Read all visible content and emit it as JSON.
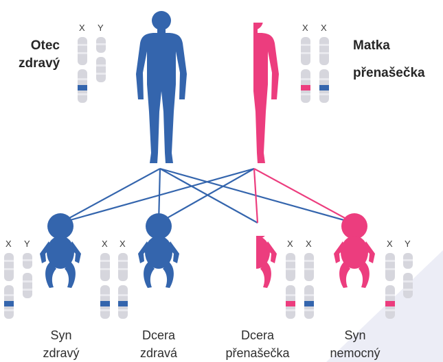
{
  "colors": {
    "healthy": "#3465ad",
    "affected": "#ec3d7e",
    "chromosome": "#d6d6dd",
    "chromosome_band": "#e9e9ee",
    "background_shape": "#ecedf6"
  },
  "father": {
    "label_line1": "Otec",
    "label_line2": "zdravý",
    "chromosomes": [
      {
        "letter": "X",
        "kind": "X",
        "band": "healthy"
      },
      {
        "letter": "Y",
        "kind": "Y",
        "band": "none"
      }
    ]
  },
  "mother": {
    "label_line1": "Matka",
    "label_line2": "přenašečka",
    "chromosomes": [
      {
        "letter": "X",
        "kind": "X",
        "band": "affected"
      },
      {
        "letter": "X",
        "kind": "X",
        "band": "healthy"
      }
    ]
  },
  "children": [
    {
      "label_line1": "Syn",
      "label_line2": "zdravý",
      "coloring": "healthy",
      "chromosomes": [
        {
          "letter": "X",
          "kind": "X",
          "band": "healthy"
        },
        {
          "letter": "Y",
          "kind": "Y",
          "band": "none"
        }
      ]
    },
    {
      "label_line1": "Dcera",
      "label_line2": "zdravá",
      "coloring": "healthy",
      "chromosomes": [
        {
          "letter": "X",
          "kind": "X",
          "band": "healthy"
        },
        {
          "letter": "X",
          "kind": "X",
          "band": "healthy"
        }
      ]
    },
    {
      "label_line1": "Dcera",
      "label_line2": "přenašečka",
      "coloring": "split",
      "chromosomes": [
        {
          "letter": "X",
          "kind": "X",
          "band": "affected"
        },
        {
          "letter": "X",
          "kind": "X",
          "band": "healthy"
        }
      ]
    },
    {
      "label_line1": "Syn",
      "label_line2": "nemocný",
      "coloring": "affected",
      "chromosomes": [
        {
          "letter": "X",
          "kind": "X",
          "band": "affected"
        },
        {
          "letter": "Y",
          "kind": "Y",
          "band": "none"
        }
      ]
    }
  ]
}
